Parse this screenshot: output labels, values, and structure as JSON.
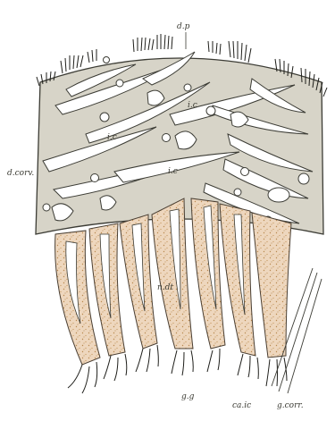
{
  "figure": {
    "kind": "botanical tissue section drawing",
    "colors": {
      "paper": "#ffffff",
      "cortex_fill": "#d7d4c8",
      "outline": "#3c3c35",
      "cell_fill": "#ffffff",
      "glandular_fill": "#eed7be",
      "stipple": "#b9894f",
      "hair": "#1e1e1a"
    },
    "labels": {
      "top": "d.p",
      "left": "d.corv.",
      "cell_1": "i.c",
      "cell_2": "i.c",
      "cell_3": "i.c",
      "center": "n.dt",
      "bottom_center": "g.g",
      "bottom_right_1": "ca.ic",
      "bottom_right_2": "g.corr."
    }
  }
}
